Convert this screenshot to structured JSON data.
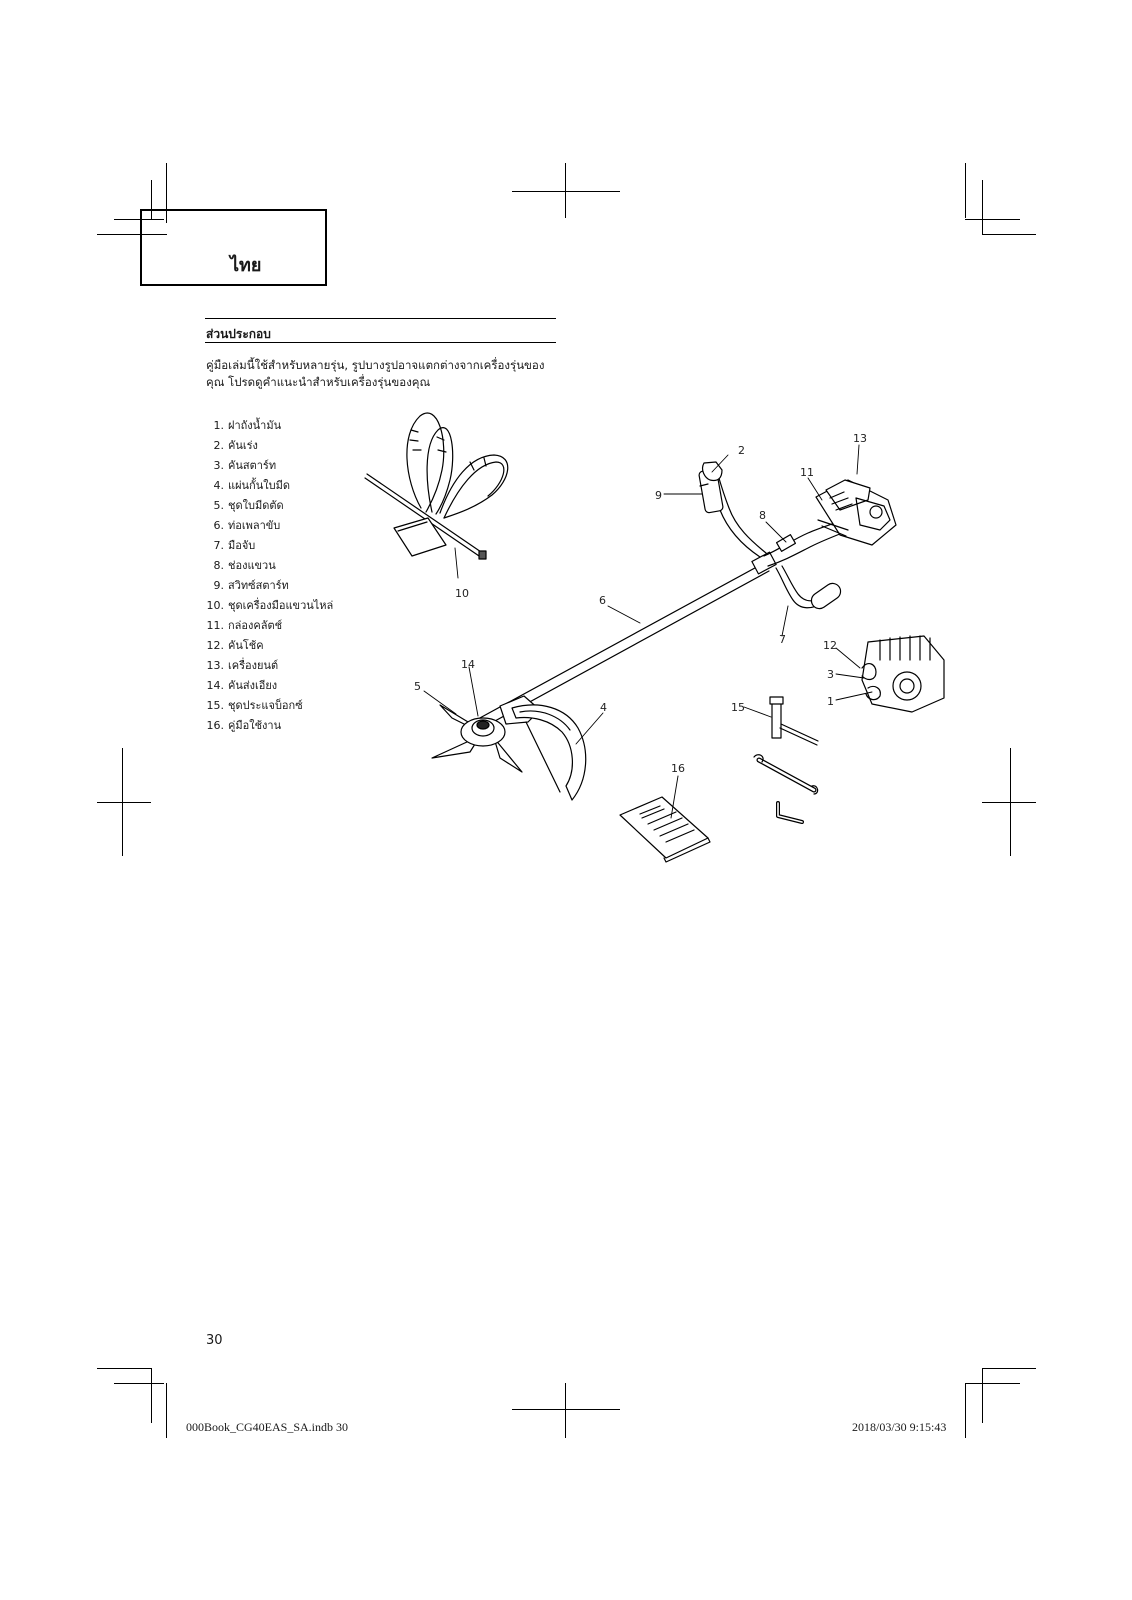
{
  "language_tab": "ไทย",
  "section": {
    "title": "ส่วนประกอบ",
    "intro_lines": [
      "คู่มือเล่มนี้ใช้สำหรับหลายรุ่น,  รูปบางรูปอาจแตกต่างจากเครื่องรุ่นของ",
      "คุณ โปรดดูคำแนะนำสำหรับเครื่องรุ่นของคุณ"
    ]
  },
  "parts": [
    {
      "num": "1.",
      "label": "ฝาถังน้ำมัน"
    },
    {
      "num": "2.",
      "label": "คันเร่ง"
    },
    {
      "num": "3.",
      "label": "คันสตาร์ท"
    },
    {
      "num": "4.",
      "label": "แผ่นกั้นใบมีด"
    },
    {
      "num": "5.",
      "label": "ชุดใบมีดตัด"
    },
    {
      "num": "6.",
      "label": "ท่อเพลาขับ"
    },
    {
      "num": "7.",
      "label": "มือจับ"
    },
    {
      "num": "8.",
      "label": "ช่องแขวน"
    },
    {
      "num": "9.",
      "label": "สวิทซ์สตาร์ท"
    },
    {
      "num": "10.",
      "label": "ชุดเครื่องมือแขวนไหล่"
    },
    {
      "num": "11.",
      "label": "กล่องคลัตช์"
    },
    {
      "num": "12.",
      "label": "คันโช้ค"
    },
    {
      "num": "13.",
      "label": "เครื่องยนต์"
    },
    {
      "num": "14.",
      "label": "คันส่งเอียง"
    },
    {
      "num": "15.",
      "label": "ชุดประแจบ็อกซ์"
    },
    {
      "num": "16.",
      "label": "คู่มือใช้งาน"
    }
  ],
  "callouts": {
    "c1": "1",
    "c2": "2",
    "c3": "3",
    "c4": "4",
    "c5": "5",
    "c6": "6",
    "c7": "7",
    "c8": "8",
    "c9": "9",
    "c10": "10",
    "c11": "11",
    "c12": "12",
    "c13": "13",
    "c14": "14",
    "c15": "15",
    "c16": "16"
  },
  "page_number": "30",
  "footer": {
    "file": "000Book_CG40EAS_SA.indb   30",
    "datetime": "2018/03/30   9:15:43"
  }
}
